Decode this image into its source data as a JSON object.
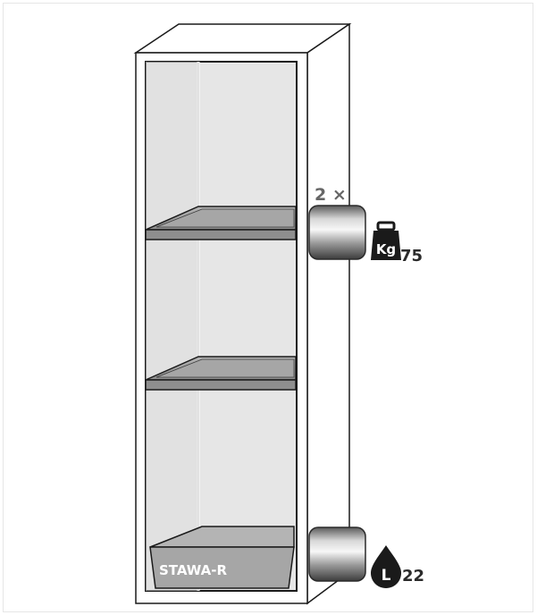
{
  "product": {
    "base_label": "STAWA-R"
  },
  "shelf": {
    "quantity_label": "2 ×",
    "weight_unit": "Kg",
    "load_capacity": "75"
  },
  "sump": {
    "volume_unit": "L",
    "capacity": "22"
  },
  "icons": {
    "shelf_icon": "shelf-cylinder-icon",
    "weight_icon": "weight-kg-icon",
    "sump_icon": "sump-cylinder-icon",
    "volume_icon": "droplet-liter-icon"
  },
  "colors": {
    "outline": "#1a1a1a",
    "interior": "#e4e4e4",
    "shelf": "#8f8f8f",
    "sump": "#a8a8a8",
    "text_dark": "#2b2b2b"
  }
}
